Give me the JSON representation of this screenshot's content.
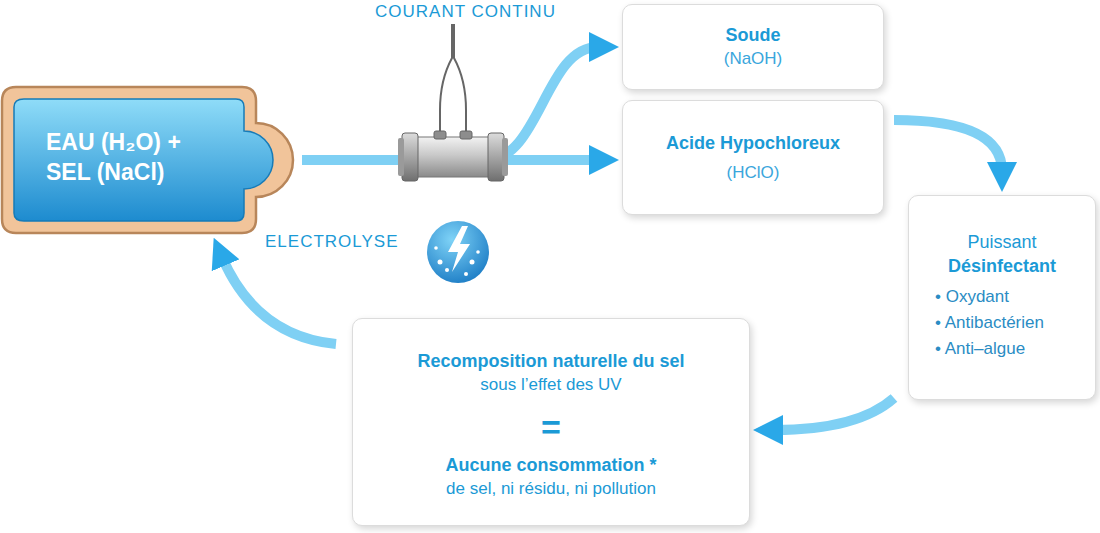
{
  "diagram": {
    "nodes": [
      {
        "text": [
          "EAU (H₂O) + SEL (NaCl)"
        ]
      },
      {
        "text": [
          "Soude",
          "(NaOH)"
        ]
      },
      {
        "text": [
          "Acide Hypochloreux",
          "(HClO)"
        ]
      },
      {
        "text": [
          "Puissant",
          "Désinfectant",
          "• Oxydant",
          "• Antibactérien",
          "• Anti–algue"
        ]
      },
      {
        "text": [
          "Recomposition naturelle du sel",
          "sous l’effet des UV",
          "=",
          "Aucune consommation *",
          "de sel, ni résidu, ni pollution"
        ]
      }
    ],
    "edges": [
      {
        "from": 0,
        "to": 1,
        "arrow": "to"
      },
      {
        "from": 0,
        "to": 2,
        "arrow": "to"
      },
      {
        "from": 2,
        "to": 3,
        "arrow": "to"
      },
      {
        "from": 3,
        "to": 4,
        "arrow": "to"
      },
      {
        "from": 4,
        "to": 0,
        "arrow": "to"
      }
    ],
    "labels": [
      "COURANT CONTINU",
      "ELECTROLYSE"
    ]
  }
}
